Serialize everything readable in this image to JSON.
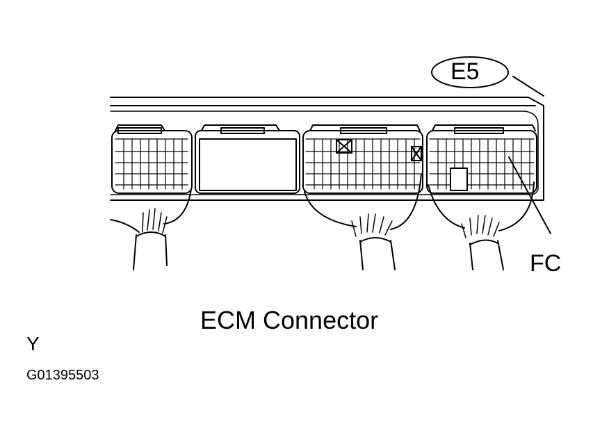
{
  "labels": {
    "connector_code": "E5",
    "terminal": "FC",
    "caption": "ECM Connector",
    "corner_mark": "Y",
    "figure_id": "G01395503"
  },
  "colors": {
    "line": "#000000",
    "background": "#ffffff"
  }
}
